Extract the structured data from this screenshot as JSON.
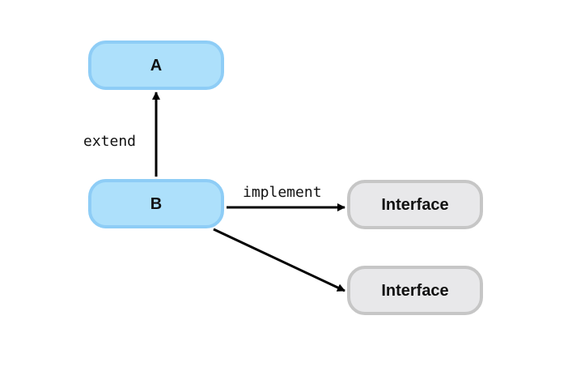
{
  "colors": {
    "class_fill": "#ade0fb",
    "class_stroke": "#8ecdf6",
    "interface_fill": "#e8e8ea",
    "interface_stroke": "#c6c6c6",
    "edge": "#000000"
  },
  "nodes": {
    "a": {
      "label": "A"
    },
    "b": {
      "label": "B"
    },
    "interface_1": {
      "label": "Interface"
    },
    "interface_2": {
      "label": "Interface"
    }
  },
  "edges": {
    "extend": {
      "label": "extend"
    },
    "implement": {
      "label": "implement"
    }
  }
}
